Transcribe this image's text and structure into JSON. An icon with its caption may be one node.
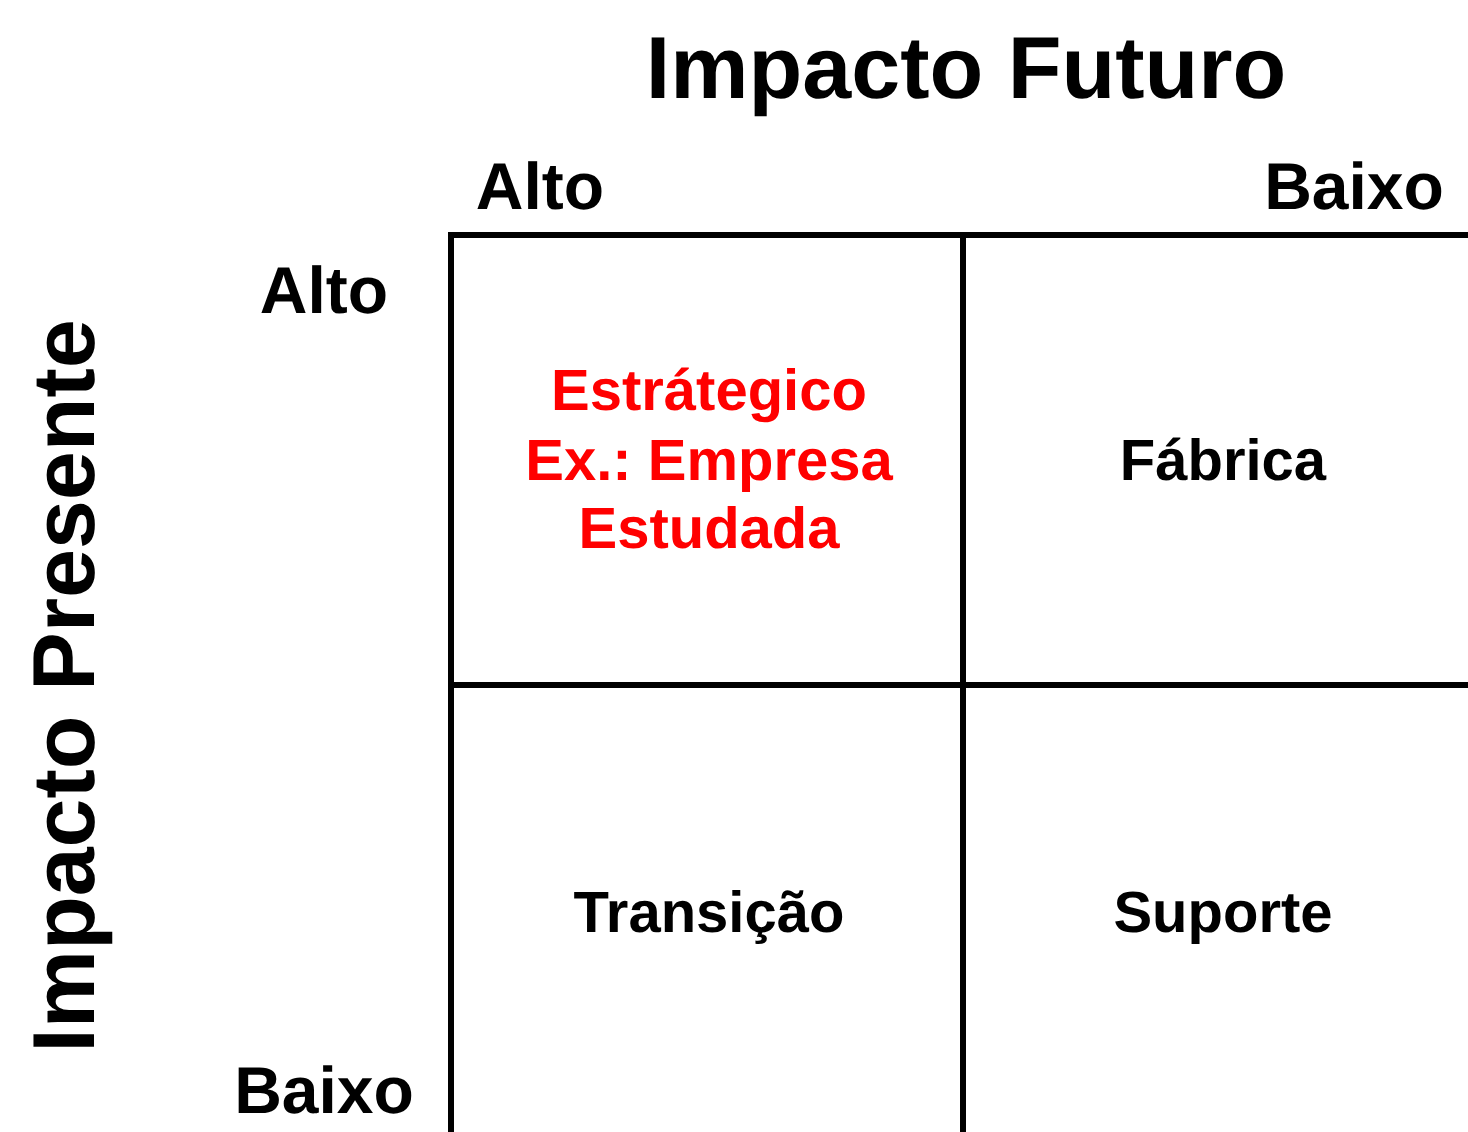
{
  "diagram": {
    "nodes": [
      {
        "text": [
          "Estrátegico",
          "Ex.: Empresa Estudada"
        ]
      },
      {
        "text": [
          "Fábrica"
        ]
      },
      {
        "text": [
          "Transição"
        ]
      },
      {
        "text": [
          "Suporte"
        ]
      }
    ],
    "labels": [
      "Impacto Futuro",
      "Alto",
      "Baixo",
      "Impacto Presente",
      "Alto",
      "Baixo"
    ]
  }
}
